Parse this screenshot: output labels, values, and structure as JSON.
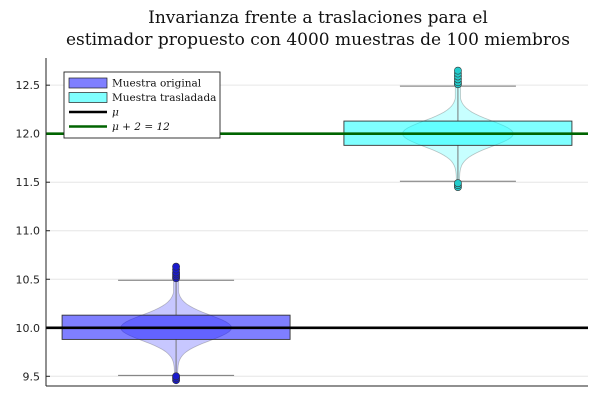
{
  "chart_data": {
    "type": "violin",
    "title_lines": [
      "Invarianza frente a traslaciones para el",
      "estimador propuesto con 4000 muestras de 100 miembros"
    ],
    "xlabel": "",
    "ylabel": "",
    "ylim": [
      9.4,
      12.78
    ],
    "yticks": [
      9.5,
      10.0,
      10.5,
      11.0,
      11.5,
      12.0,
      12.5
    ],
    "ytick_labels": [
      "9.5",
      "10.0",
      "10.5",
      "11.0",
      "11.5",
      "12.0",
      "12.5"
    ],
    "grid": true,
    "legend_position": "top-left",
    "series": [
      {
        "name": "Muestra original",
        "color": "#0000ff",
        "center": 10.0,
        "q1": 9.88,
        "median": 10.0,
        "q3": 10.13,
        "whisker_low": 9.51,
        "whisker_high": 10.49,
        "outliers": [
          9.46,
          9.48,
          9.5,
          10.51,
          10.53,
          10.55,
          10.57,
          10.6,
          10.63
        ]
      },
      {
        "name": "Muestra trasladada",
        "color": "#00ffff",
        "center": 12.0,
        "q1": 11.88,
        "median": 12.0,
        "q3": 12.13,
        "whisker_low": 11.51,
        "whisker_high": 12.49,
        "outliers": [
          11.45,
          11.47,
          11.49,
          12.51,
          12.53,
          12.56,
          12.59,
          12.62,
          12.65
        ]
      }
    ],
    "hlines": [
      {
        "name": "μ",
        "y": 10.0,
        "color": "#000000"
      },
      {
        "name": "μ + 2 = 12",
        "y": 12.0,
        "color": "#006400"
      }
    ]
  }
}
